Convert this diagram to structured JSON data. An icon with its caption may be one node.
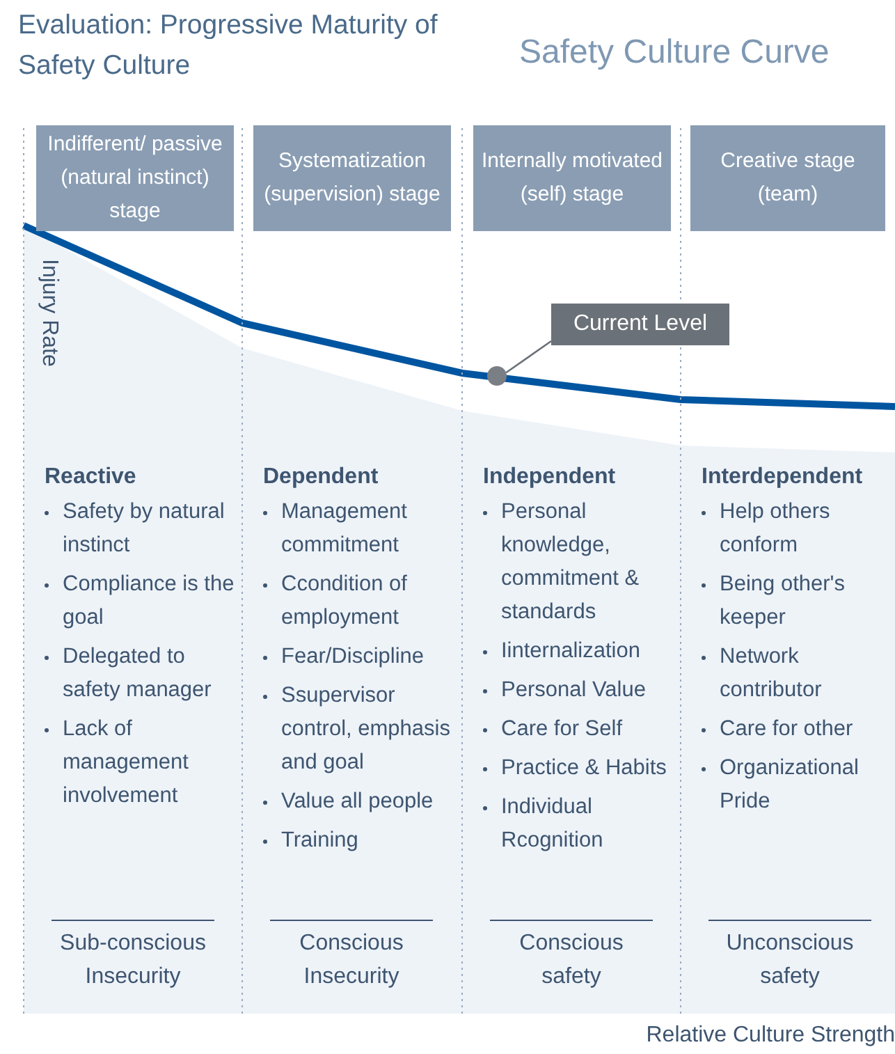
{
  "diagram": {
    "title": "Evaluation: Progressive Maturity of Safety Culture",
    "nodes": [
      {
        "text": [
          "Indifferent/ passive (natural instinct) stage"
        ]
      },
      {
        "text": [
          "Systematization (supervision) stage"
        ]
      },
      {
        "text": [
          "Internally motivated (self) stage"
        ]
      },
      {
        "text": [
          "Creative stage (team)"
        ]
      },
      {
        "text": [
          "Current Level"
        ]
      },
      {
        "text": [],
        "shape": "circle"
      }
    ],
    "edges": [
      {
        "from": 4,
        "to": 5,
        "arrow": "none"
      }
    ],
    "labels": [
      "Safety Culture Curve",
      "Injury Rate",
      "Reactive",
      "Safety by natural instinct",
      "Compliance is the goal",
      "Delegated to safety manager",
      "Lack of management involvement",
      "Sub-conscious Insecurity",
      "Dependent",
      "Management commitment",
      "Ccondition of employment",
      "Fear/Discipline",
      "Ssupervisor control, emphasis and goal",
      "Value all people",
      "Training",
      "Conscious Insecurity",
      "Independent",
      "Personal knowledge, commitment & standards",
      "Iinternalization",
      "Personal Value",
      "Care for Self",
      "Practice & Habits",
      "Individual Rcognition",
      "Conscious safety",
      "Interdependent",
      "Help others conform",
      "Being other's keeper",
      "Network contributor",
      "Care for other",
      "Organizational Pride",
      "Unconscious safety",
      "Relative Culture Strength"
    ]
  }
}
